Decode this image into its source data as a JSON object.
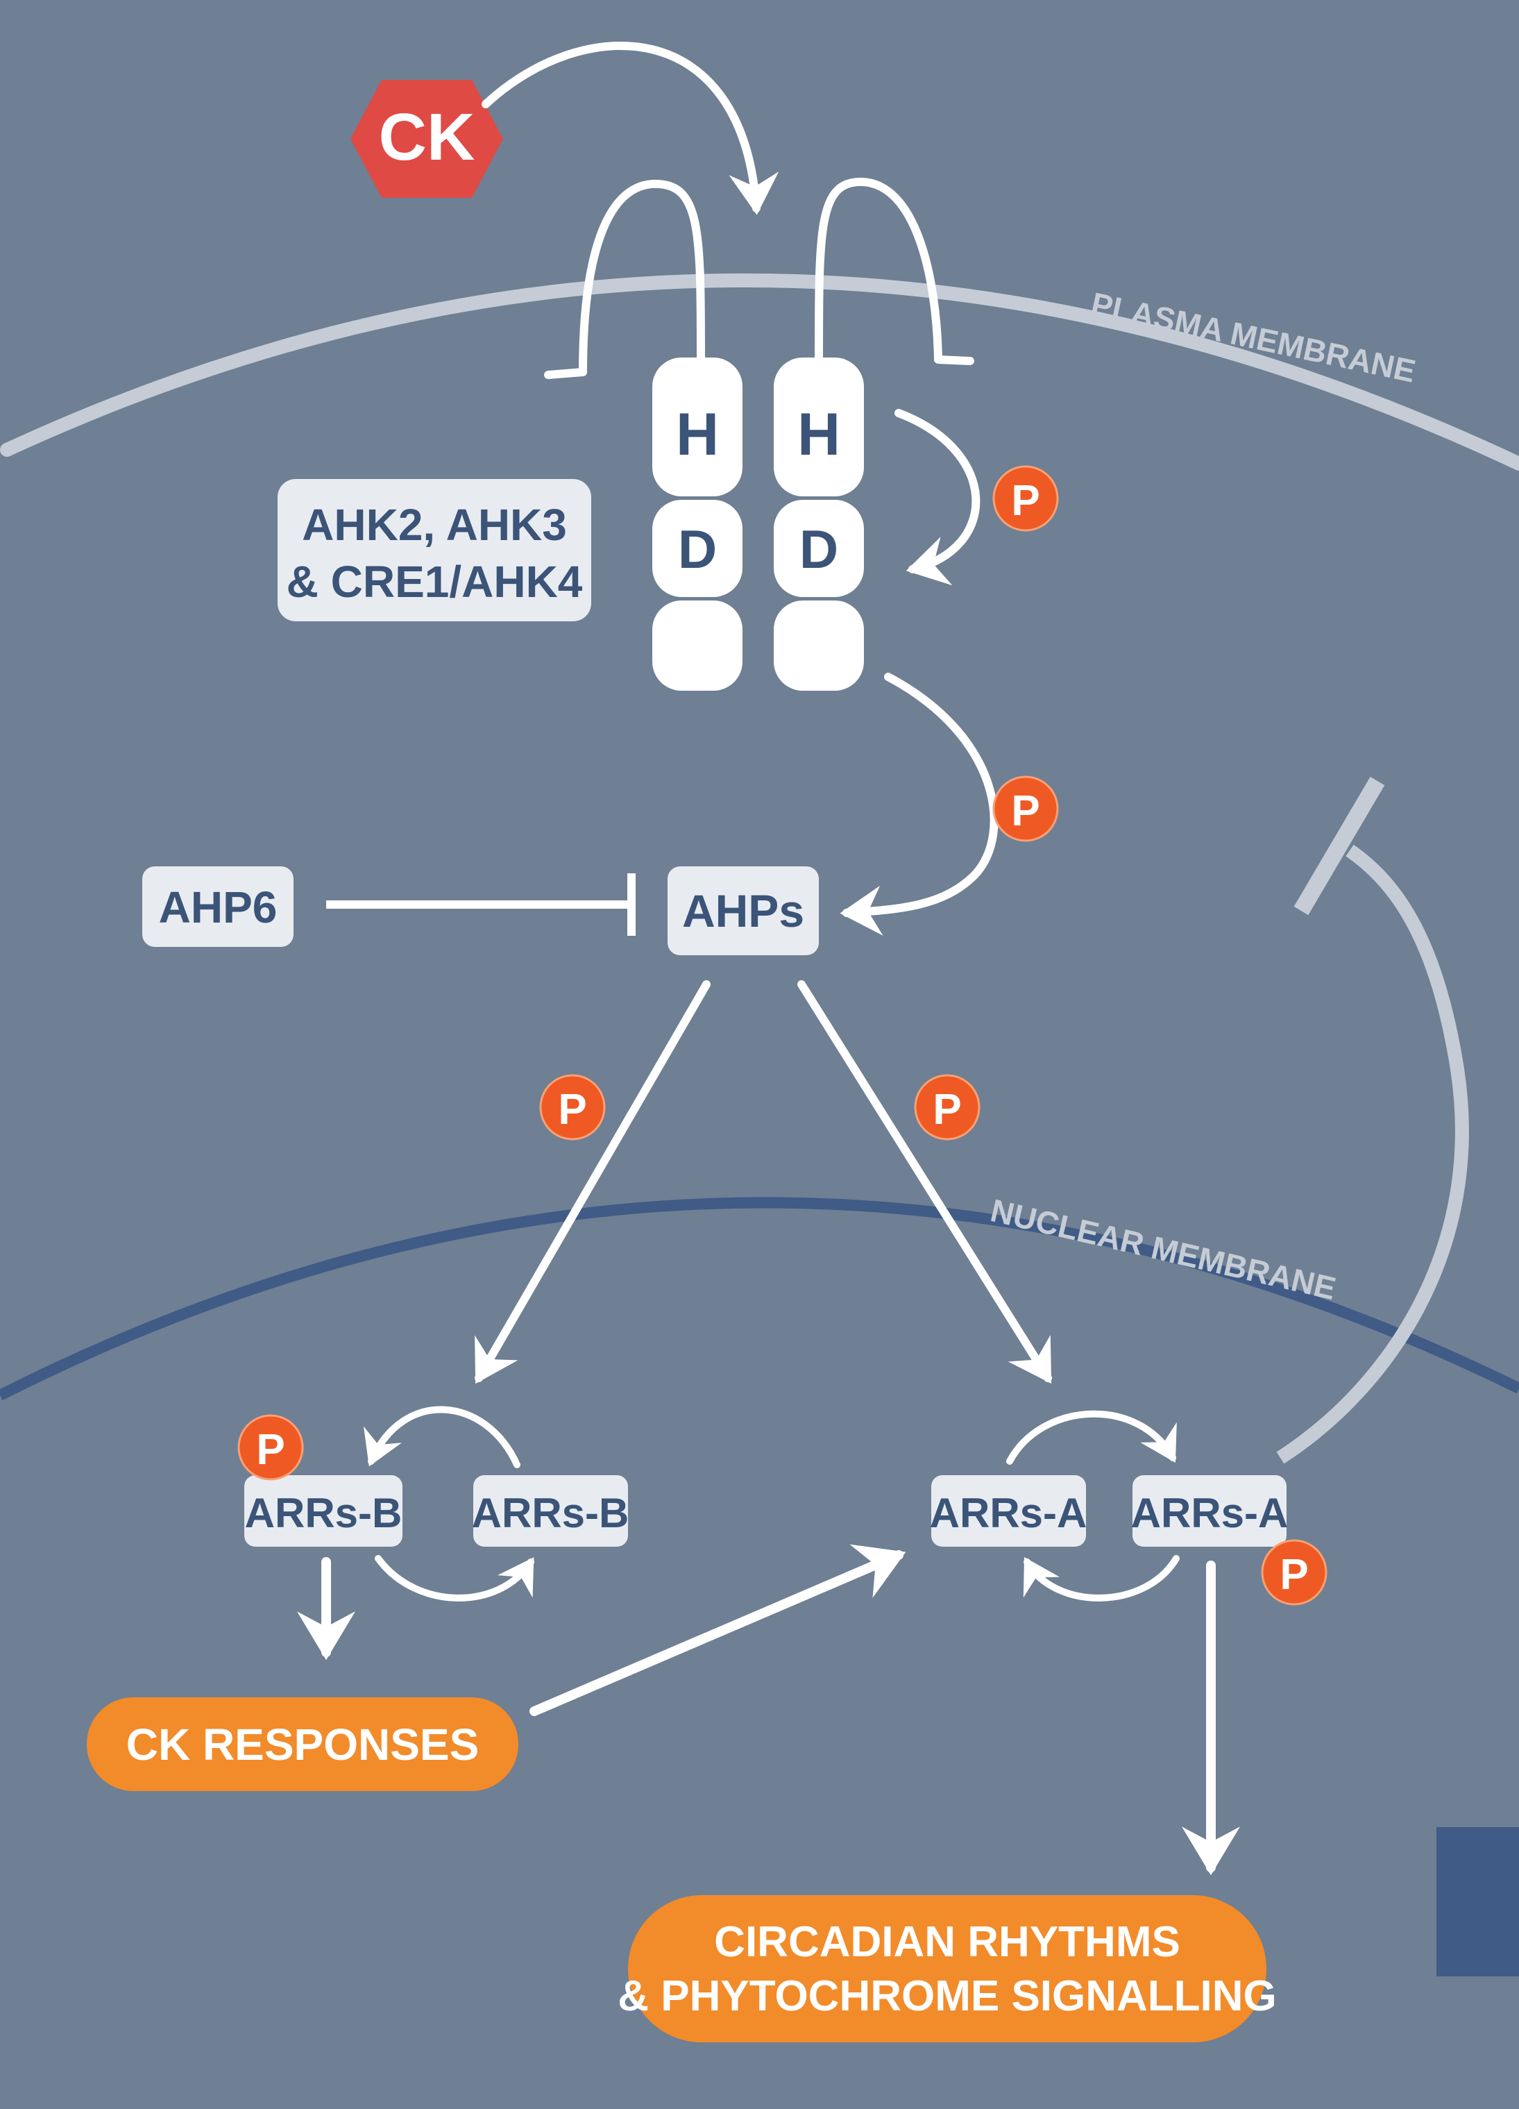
{
  "colors": {
    "background": "#6f7f94",
    "box_fill": "#e8ecf1",
    "box_text": "#3b5478",
    "orange": "#f28b2a",
    "phospho": "#ef5a24",
    "ck_red": "#e04a45",
    "plasma_membrane": "#c5ccd5",
    "nuclear_membrane": "#3f5b86",
    "white": "#ffffff"
  },
  "ligand": {
    "label": "CK"
  },
  "membranes": {
    "plasma": "PLASMA MEMBRANE",
    "nuclear": "NUCLEAR MEMBRANE"
  },
  "receptor": {
    "domain_h": "H",
    "domain_d": "D",
    "names_line1": "AHK2, AHK3",
    "names_line2": "& CRE1/AHK4"
  },
  "phospho_label": "P",
  "nodes": {
    "ahp6": "AHP6",
    "ahps": "AHPs",
    "arrs_b": "ARRs-B",
    "arrs_a": "ARRs-A"
  },
  "outputs": {
    "ck_responses": "CK RESPONSES",
    "circadian_line1": "CIRCADIAN RHYTHMS",
    "circadian_line2": "& PHYTOCHROME SIGNALLING"
  }
}
